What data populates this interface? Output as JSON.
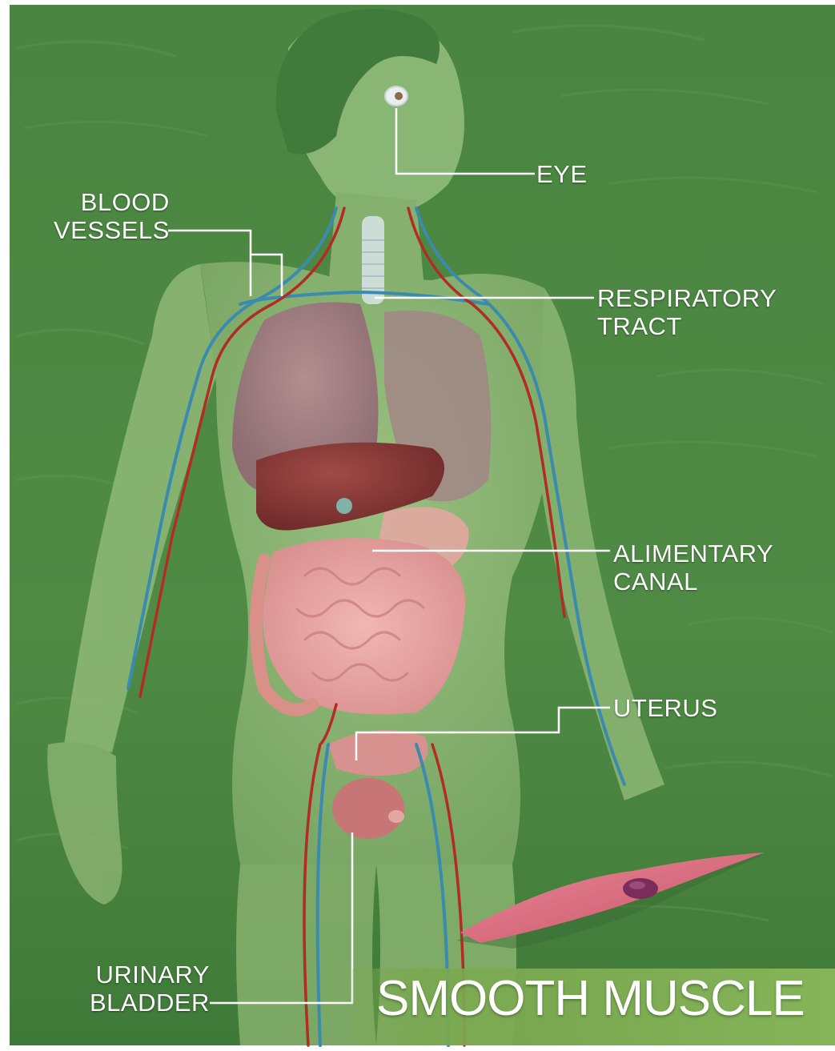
{
  "colors": {
    "background": "#4f8a45",
    "body_skin": "#8fb876",
    "vein": "#3b8bb0",
    "artery": "#b42a25",
    "organ": "#c9747a",
    "banner": "#7aa84f",
    "leader": "#ffffff"
  },
  "labels": {
    "eye": "EYE",
    "blood_vessels": [
      "BLOOD",
      "VESSELS"
    ],
    "respiratory_tract": [
      "RESPIRATORY",
      "TRACT"
    ],
    "alimentary_canal": [
      "ALIMENTARY",
      "CANAL"
    ],
    "uterus": "UTERUS",
    "urinary_bladder": [
      "URINARY",
      "BLADDER"
    ]
  },
  "title": "SMOOTH MUSCLE",
  "icons": {
    "smooth_muscle_cell": "smooth-muscle-cell-icon"
  }
}
